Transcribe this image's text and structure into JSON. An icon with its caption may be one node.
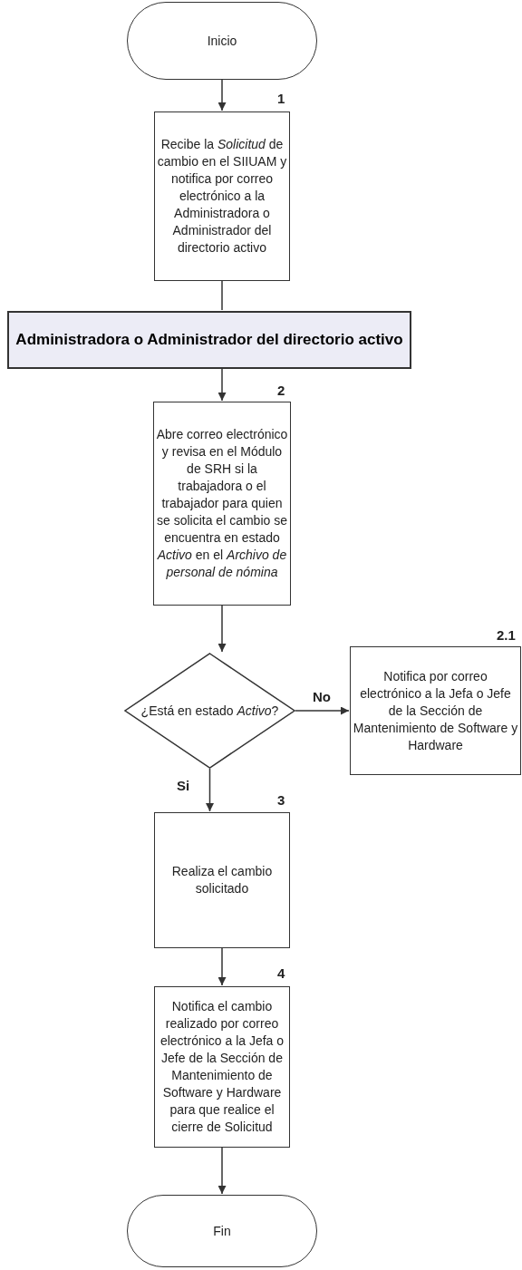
{
  "diagram": {
    "nodes": [
      {
        "text": [
          "Inicio"
        ]
      },
      {
        "text": [
          "Recibe la *Solicitud* de cambio en el SIIUAM y notifica por correo electrónico a la Administradora o Administrador del directorio activo"
        ],
        "beside": [
          "1"
        ]
      },
      {
        "text": [
          "Administradora o Administrador del directorio activo"
        ]
      },
      {
        "text": [
          "Abre correo electrónico y revisa en el Módulo de SRH si la trabajadora o el trabajador para quien se solicita el cambio se encuentra en estado *Activo* en el *Archivo de personal de nómina*"
        ],
        "beside": [
          "2"
        ]
      },
      {
        "text": [
          "¿Está en estado *Activo*?"
        ]
      },
      {
        "text": [
          "Notifica por correo electrónico a la Jefa o Jefe de la Sección de Mantenimiento de Software y Hardware"
        ],
        "beside": [
          "2.1"
        ]
      },
      {
        "text": [
          "Realiza el cambio solicitado"
        ],
        "beside": [
          "3"
        ]
      },
      {
        "text": [
          "Notifica el cambio realizado por correo electrónico a la Jefa o Jefe de la Sección de Mantenimiento de Software y Hardware para que realice el cierre de Solicitud"
        ],
        "beside": [
          "4"
        ]
      },
      {
        "text": [
          "Fin"
        ]
      }
    ],
    "edges": [
      {
        "from": 0,
        "to": 1,
        "arrow": "to"
      },
      {
        "from": 1,
        "to": 2,
        "arrow": "none"
      },
      {
        "from": 2,
        "to": 3,
        "arrow": "to"
      },
      {
        "from": 3,
        "to": 4,
        "arrow": "to"
      },
      {
        "from": 4,
        "to": 5,
        "arrow": "to",
        "label": "No"
      },
      {
        "from": 4,
        "to": 6,
        "arrow": "to",
        "label": "Si"
      },
      {
        "from": 6,
        "to": 7,
        "arrow": "to"
      },
      {
        "from": 7,
        "to": 8,
        "arrow": "to"
      }
    ]
  }
}
